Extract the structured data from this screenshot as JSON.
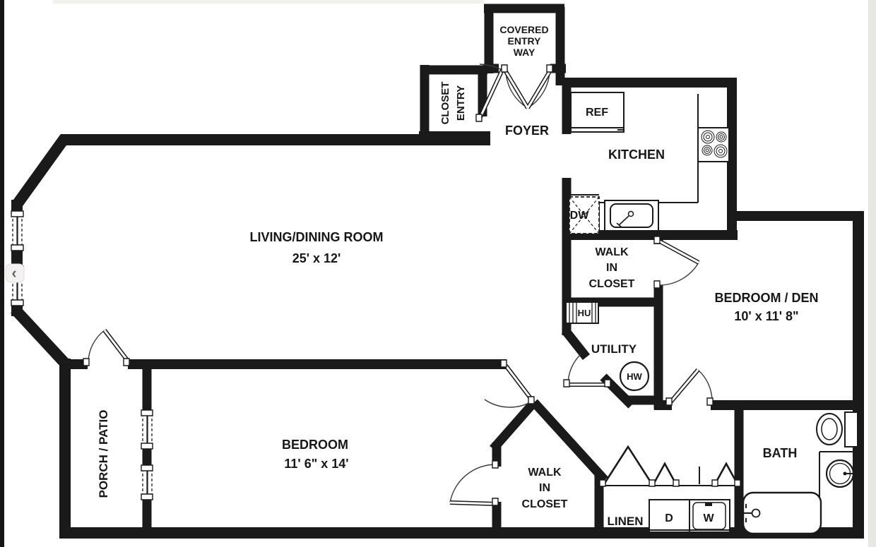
{
  "colors": {
    "walls": "#1a1a1a",
    "background": "#ffffff",
    "right_gutter": "#e9e7e4",
    "left_edge": "#141414"
  },
  "carousel": {
    "prev_label": "‹"
  },
  "rooms": {
    "covered_entry_way": {
      "line1": "COVERED",
      "line2": "ENTRY",
      "line3": "WAY"
    },
    "entry_closet": {
      "line1": "ENTRY",
      "line2": "CLOSET"
    },
    "foyer": {
      "label": "FOYER"
    },
    "kitchen": {
      "label": "KITCHEN"
    },
    "living_dining": {
      "label": "LIVING/DINING ROOM",
      "dims": "25' x 12'"
    },
    "walk_in_closet_upper": {
      "line1": "WALK",
      "line2": "IN",
      "line3": "CLOSET"
    },
    "bedroom_den": {
      "label": "BEDROOM / DEN",
      "dims": "10' x 11' 8\""
    },
    "utility": {
      "label": "UTILITY"
    },
    "porch_patio": {
      "label": "PORCH / PATIO"
    },
    "bedroom": {
      "label": "BEDROOM",
      "dims": "11' 6\" x 14'"
    },
    "walk_in_closet_lower": {
      "line1": "WALK",
      "line2": "IN",
      "line3": "CLOSET"
    },
    "linen": {
      "label": "LINEN"
    },
    "bath": {
      "label": "BATH"
    }
  },
  "fixtures": {
    "refrigerator": "REF",
    "dishwasher": "DW",
    "heating_unit": "HU",
    "hot_water_heater": "HW",
    "dryer": "D",
    "washer": "W"
  }
}
